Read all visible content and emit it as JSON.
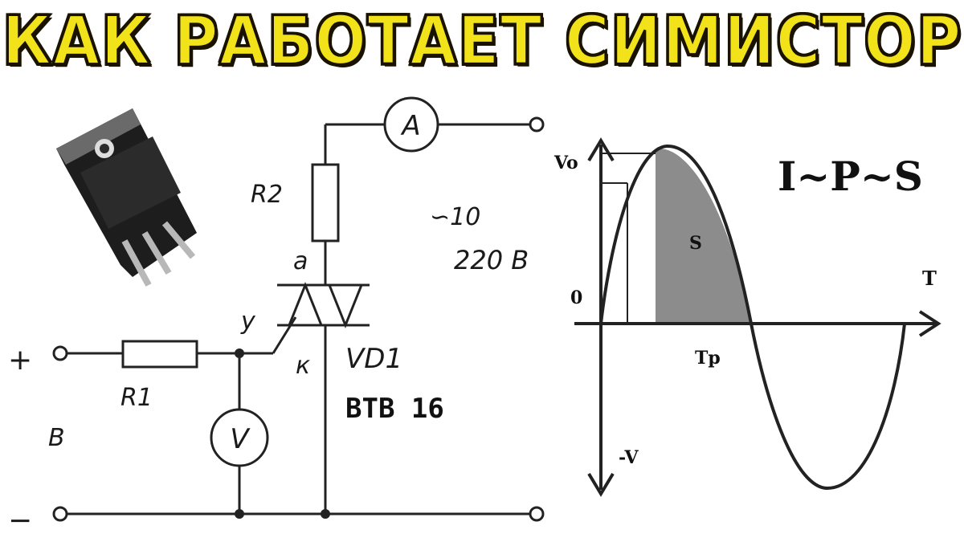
{
  "title": "КАК РАБОТАЕТ СИМИСТОР",
  "circuit": {
    "r2": "R2",
    "r1": "R1",
    "ammeter": "A",
    "voltmeter": "V",
    "anode": "a",
    "gate": "y",
    "cathode": "к",
    "device_ref": "VD1",
    "device_model": "BTB 16",
    "ac_source": "∽10",
    "ac_voltage": "220 B",
    "plus": "+",
    "minus": "−",
    "dc_label": "B"
  },
  "graph": {
    "formula": "I~P~S",
    "vo": "Vo",
    "zero": "0",
    "t_axis": "T",
    "tp": "Tp",
    "neg_v": "-V",
    "area": "S"
  },
  "colors": {
    "title_fill": "#f2e21a",
    "title_outline": "#1a1200",
    "shade": "#8c8c8c"
  }
}
